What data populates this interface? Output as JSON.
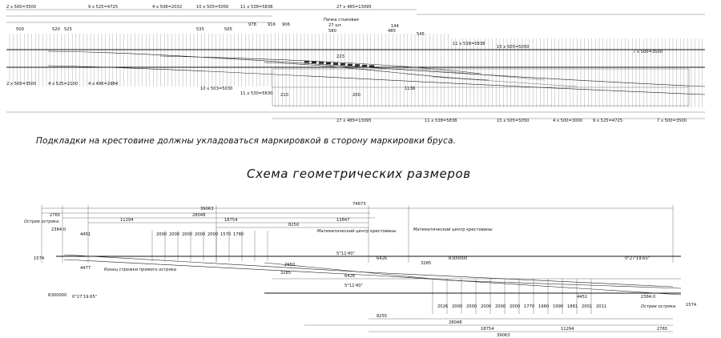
{
  "note": "Подкладки на крестовине должны укладоваться маркировкой в сторону маркировки бруса.",
  "schema_title": "Схема геометрических размеров",
  "top_drawing": {
    "top_dims": [
      "2 x 500=3500",
      "9 x 525=4725",
      "4 x 508=2032",
      "10 x 505=5050",
      "11 x 538=5838",
      "27 x 485=13095",
      "11 x 538=5838",
      "15 x 505=5050",
      "7 x 500=3500"
    ],
    "bottom_dims": [
      "2 x 500=3500",
      "4 x 525=2100",
      "4 x 496=2984",
      "10 x 503=5030",
      "11 x 530=5830",
      "27 x 485=13095",
      "11 x 538=5838",
      "15 x 505=5050",
      "4 x 500=3000",
      "9 x 525=4725",
      "7 x 500=3500"
    ],
    "small_dims": [
      "500",
      "520",
      "525",
      "535",
      "505",
      "580",
      "485",
      "144",
      "545",
      "223",
      "210",
      "200",
      "1136",
      "978",
      "916",
      "906"
    ],
    "sleeper_label": "Пачка стыковая",
    "sleeper_count": "27 шт."
  },
  "schema": {
    "overall_dims": [
      "74673",
      "39063",
      "28048",
      "18754",
      "13847",
      "11294",
      "8250",
      "2765",
      "2384.0",
      "4451",
      "4477",
      "1574"
    ],
    "radii": [
      "R300000",
      "R300000"
    ],
    "angles": [
      "0°27'19.65\"",
      "5°11'40\"",
      "5°11'40\"",
      "0°27'19.65\""
    ],
    "labels": {
      "tip_left": "Острие остряка",
      "heel_left": "Конец строжки прямого остряка",
      "center_top": "Математический центр крестовины",
      "center_right": "Математический центр крестовины",
      "tip_right": "Острие остряка"
    },
    "inner_dims": [
      "2950",
      "3285",
      "3285",
      "6426",
      "6426",
      "2000",
      "2000",
      "2000",
      "2000",
      "2000",
      "1570",
      "1780"
    ],
    "bottom_dims": [
      "8255",
      "39063",
      "28048",
      "18754",
      "11294",
      "2765",
      "2384.0",
      "4451",
      "1574"
    ],
    "small_rows": [
      "2026",
      "2000",
      "2000",
      "2000",
      "2000",
      "2000",
      "1770",
      "1960",
      "1990",
      "1881",
      "2001",
      "2011"
    ]
  }
}
